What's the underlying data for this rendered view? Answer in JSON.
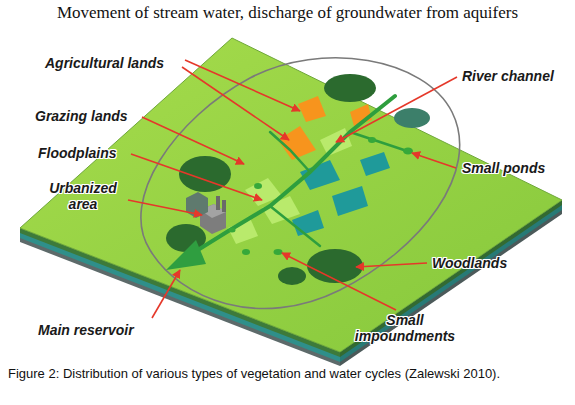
{
  "diagram": {
    "title": "Movement of stream water, discharge of groundwater from aquifers",
    "caption": "Figure 2: Distribution of various types of vegetation and water cycles (Zalewski 2010).",
    "labels": [
      "Agricultural lands",
      "River channel",
      "Grazing lands",
      "Floodplains",
      "Urbanized area",
      "Small ponds",
      "Woodlands",
      "Main reservoir",
      "Small impoundments"
    ]
  }
}
